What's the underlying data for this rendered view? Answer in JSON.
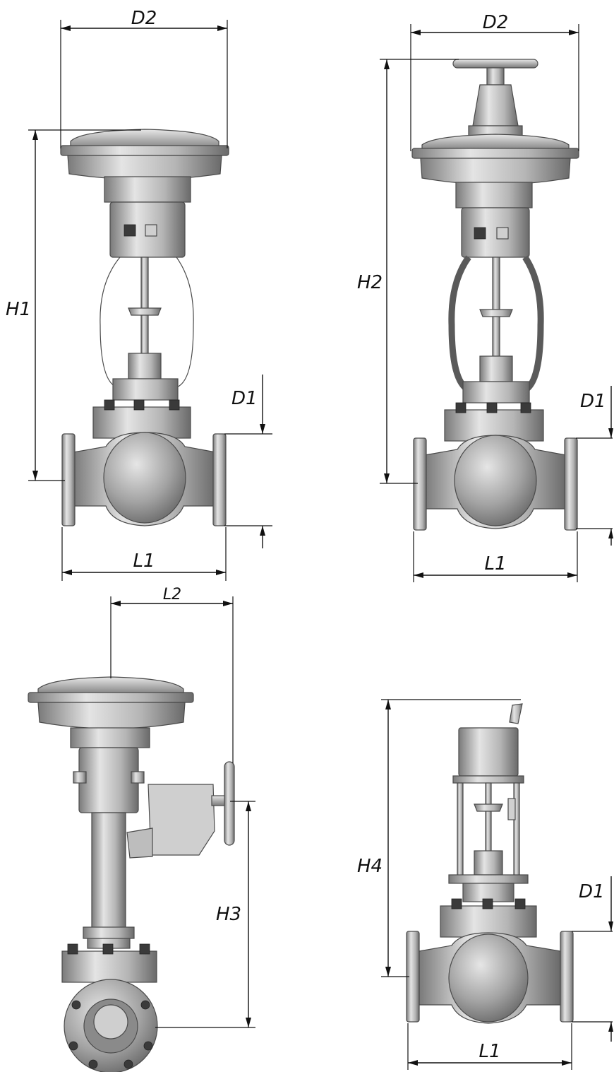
{
  "labels": {
    "d2": "D2",
    "h1": "H1",
    "h2": "H2",
    "h3": "H3",
    "h4": "H4",
    "d1": "D1",
    "l1": "L1",
    "l2": "L2"
  },
  "colors": {
    "metal_light": "#d9d9d9",
    "metal_mid": "#a8a8a8",
    "metal_dark": "#6e6e6e",
    "line": "#111111"
  }
}
